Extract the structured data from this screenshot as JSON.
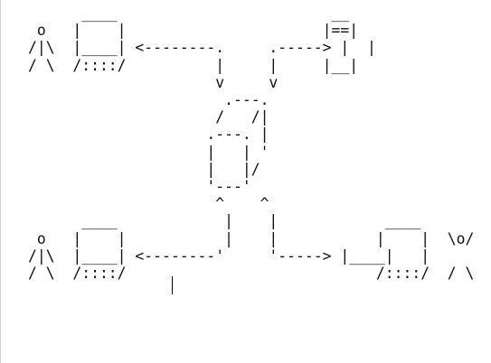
{
  "diagram": {
    "lines": [
      "      ____                        __",
      " o   |    |                      |==|",
      "/|\\  |____| <--------.     .-----> |  |",
      "/ \\  /::::/          |     |      |__|",
      "                     v     v",
      "                      .---.",
      "                     /   /|",
      "                    .---. |",
      "                    |   | '",
      "                    |   |/",
      "                    '---'",
      "                     ^    ^",
      "      ____            |    |            ____",
      " o   |    |           |    |           |    |  \\o/",
      "/|\\  |____| <--------'     '-----> |____|   |",
      "/ \\  /::::/                            /::::/  / \\"
    ],
    "text": ""
  }
}
